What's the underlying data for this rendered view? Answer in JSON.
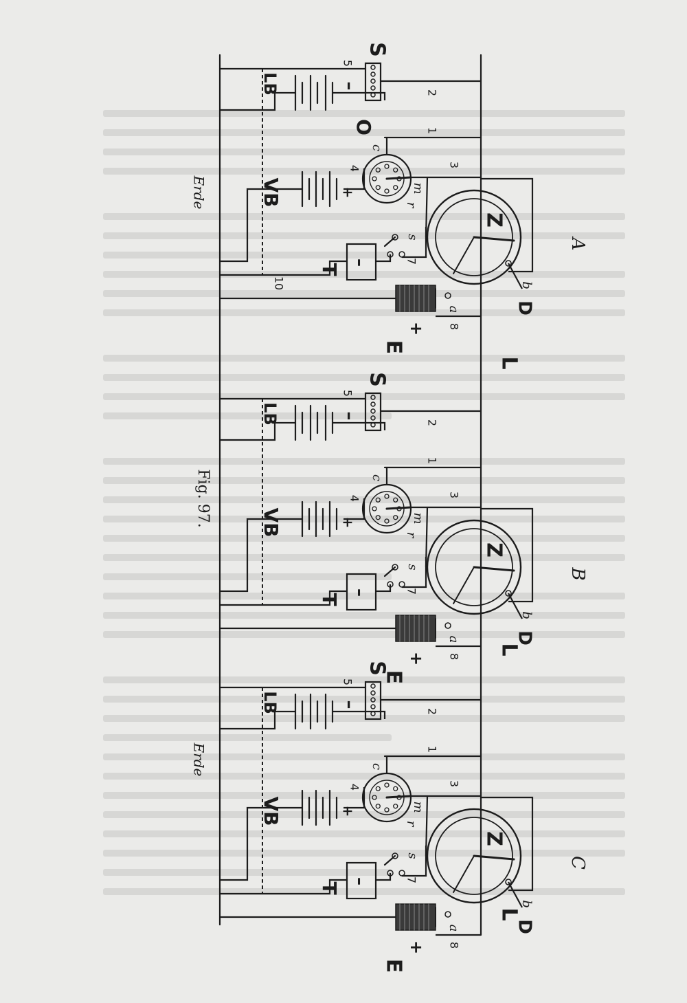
{
  "figure": {
    "caption": "Fig. 97.",
    "earth_label": "Erde",
    "line_label": "L"
  },
  "stations": [
    {
      "letter": "A",
      "labels": {
        "S": "S",
        "LB": "LB",
        "minus": "–",
        "five": "5",
        "two": "2",
        "one": "1",
        "O": "O",
        "c": "c",
        "four": "4",
        "VB": "VB",
        "plus": "+",
        "r": "r",
        "m": "m",
        "three": "3",
        "s": "s",
        "seven": "7",
        "T": "T",
        "T_minus": "–",
        "ten": "10",
        "Z": "Z",
        "b": "b",
        "D": "D",
        "a": "a",
        "eight": "8",
        "E_plus": "+",
        "E": "E"
      }
    },
    {
      "letter": "B",
      "labels": {
        "S": "S",
        "LB": "LB",
        "minus": "–",
        "five": "5",
        "two": "2",
        "one": "1",
        "c": "c",
        "four": "4",
        "VB": "VB",
        "plus": "+",
        "r": "r",
        "m": "m",
        "three": "3",
        "s": "s",
        "seven": "7",
        "T": "T",
        "T_minus": "–",
        "Z": "Z",
        "b": "b",
        "D": "D",
        "a": "a",
        "eight": "8",
        "E_plus": "+",
        "E": "E"
      }
    },
    {
      "letter": "C",
      "labels": {
        "S": "S",
        "LB": "LB",
        "minus": "–",
        "five": "5",
        "two": "2",
        "one": "1",
        "c": "c",
        "four": "4",
        "VB": "VB",
        "plus": "+",
        "r": "r",
        "m": "m",
        "three": "3",
        "s": "s",
        "seven": "7",
        "T": "T",
        "T_minus": "–",
        "Z": "Z",
        "b": "b",
        "D": "D",
        "a": "a",
        "eight": "8",
        "E_plus": "+",
        "E": "E"
      }
    }
  ]
}
